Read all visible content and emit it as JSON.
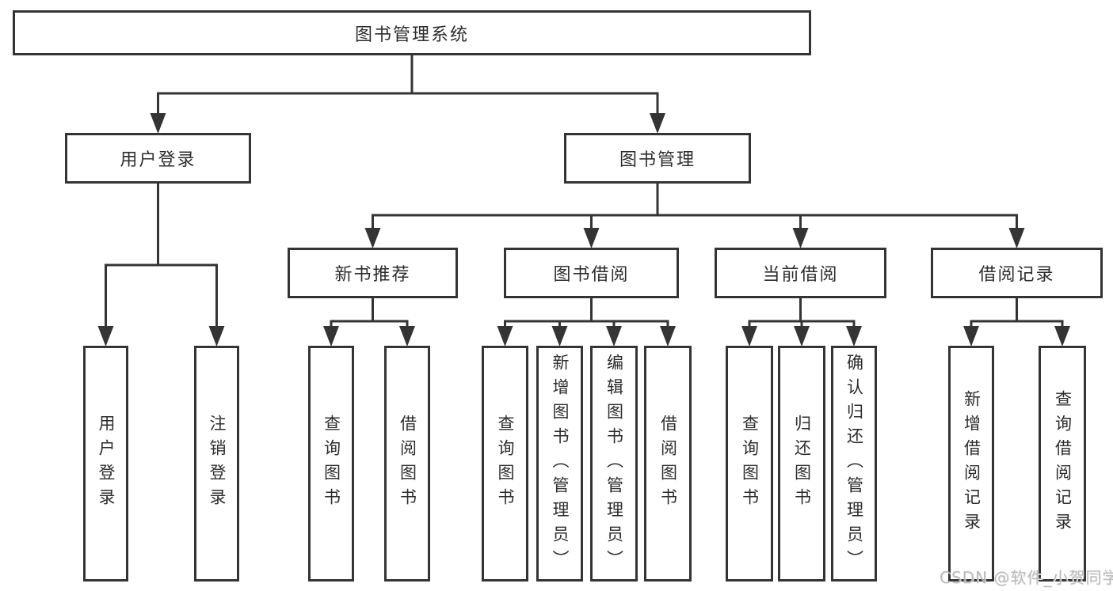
{
  "diagram": {
    "title": "图书管理系统",
    "watermark": "CSDN @软件_小贺同学",
    "colors": {
      "line": "#343434",
      "text": "#2d2d2d",
      "background": "#ffffff",
      "watermark": "#b4b4b4"
    },
    "nodes": [
      {
        "id": "root",
        "label": "图书管理系统",
        "parent": null
      },
      {
        "id": "login",
        "label": "用户登录",
        "parent": "root"
      },
      {
        "id": "mgmt",
        "label": "图书管理",
        "parent": "root"
      },
      {
        "id": "rec",
        "label": "新书推荐",
        "parent": "mgmt"
      },
      {
        "id": "borrow",
        "label": "图书借阅",
        "parent": "mgmt"
      },
      {
        "id": "current",
        "label": "当前借阅",
        "parent": "mgmt"
      },
      {
        "id": "records",
        "label": "借阅记录",
        "parent": "mgmt"
      },
      {
        "id": "login-user",
        "label": "用户登录",
        "parent": "login"
      },
      {
        "id": "login-logout",
        "label": "注销登录",
        "parent": "login"
      },
      {
        "id": "rec-query",
        "label": "查询图书",
        "parent": "rec"
      },
      {
        "id": "rec-borrow",
        "label": "借阅图书",
        "parent": "rec"
      },
      {
        "id": "borrow-query",
        "label": "查询图书",
        "parent": "borrow"
      },
      {
        "id": "borrow-add",
        "label": "新增图书（管理员）",
        "parent": "borrow"
      },
      {
        "id": "borrow-edit",
        "label": "编辑图书（管理员）",
        "parent": "borrow"
      },
      {
        "id": "borrow-lend",
        "label": "借阅图书",
        "parent": "borrow"
      },
      {
        "id": "cur-query",
        "label": "查询图书",
        "parent": "current"
      },
      {
        "id": "cur-return",
        "label": "归还图书",
        "parent": "current"
      },
      {
        "id": "cur-confirm",
        "label": "确认归还（管理员）",
        "parent": "current"
      },
      {
        "id": "records-add",
        "label": "新增借阅记录",
        "parent": "records"
      },
      {
        "id": "records-query",
        "label": "查询借阅记录",
        "parent": "records"
      }
    ]
  }
}
